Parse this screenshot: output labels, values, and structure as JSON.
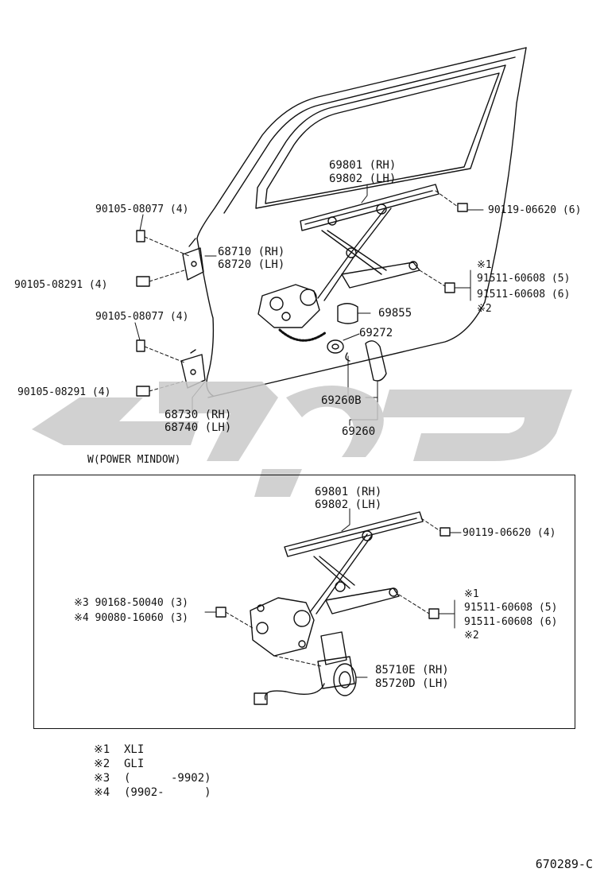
{
  "colors": {
    "line": "#111111",
    "watermark": "#c9c9c9",
    "background": "#ffffff"
  },
  "manual_window": {
    "glass_run": [
      "69801 (RH)",
      "69802 (LH)"
    ],
    "regulator_bolt": "90119-06620 (6)",
    "upper_hinge_bolt_top": "90105-08077 (4)",
    "upper_hinge": [
      "68710 (RH)",
      "68720 (LH)"
    ],
    "upper_hinge_bolt_side": "90105-08291 (4)",
    "lower_hinge_bolt_top": "90105-08077 (4)",
    "lower_hinge_bolt_side": "90105-08291 (4)",
    "lower_hinge": [
      "68730 (RH)",
      "68740 (LH)"
    ],
    "regulator_screw": [
      "※1",
      "91511-60608 (5)",
      "91511-60608 (6)",
      "※2"
    ],
    "knob": "69855",
    "snap_ring": "69272",
    "handle_sub": "69260B",
    "handle": "69260"
  },
  "power_window": {
    "title": "W(POWER MINDOW)",
    "glass_run": [
      "69801 (RH)",
      "69802 (LH)"
    ],
    "regulator_bolt": "90119-06620 (4)",
    "motor_bolts": [
      "※3 90168-50040 (3)",
      "※4 90080-16060 (3)"
    ],
    "regulator_screw": [
      "※1",
      "91511-60608 (5)",
      "91511-60608 (6)",
      "※2"
    ],
    "motor": [
      "85710E (RH)",
      "85720D (LH)"
    ]
  },
  "legend": [
    {
      "mark": "※1",
      "text": "XLI"
    },
    {
      "mark": "※2",
      "text": "GLI"
    },
    {
      "mark": "※3",
      "text": "(      -9902)"
    },
    {
      "mark": "※4",
      "text": "(9902-      )"
    }
  ],
  "diagram_code": "670289-C"
}
